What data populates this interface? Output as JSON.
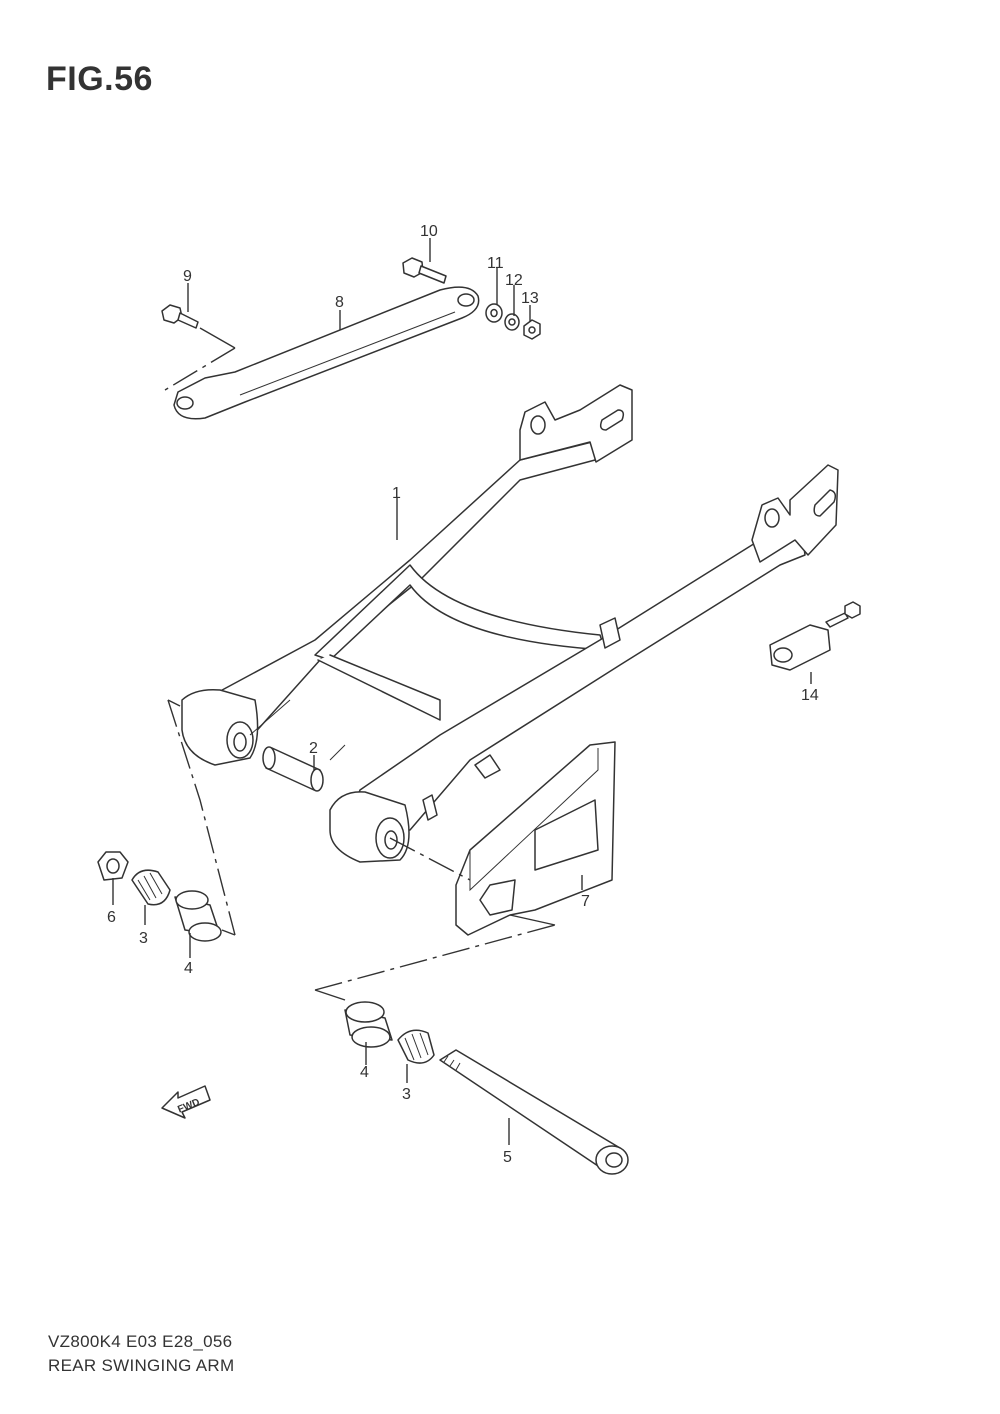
{
  "figure": {
    "title": "FIG.56"
  },
  "footer": {
    "model_code": "VZ800K4  E03  E28_056",
    "caption": "REAR SWINGING ARM"
  },
  "callouts": [
    "1",
    "2",
    "3",
    "3",
    "4",
    "4",
    "5",
    "6",
    "7",
    "8",
    "9",
    "10",
    "11",
    "12",
    "13",
    "14"
  ],
  "fwd_arrow": {
    "label": "FWD",
    "icon": "fwd-arrow-icon"
  }
}
